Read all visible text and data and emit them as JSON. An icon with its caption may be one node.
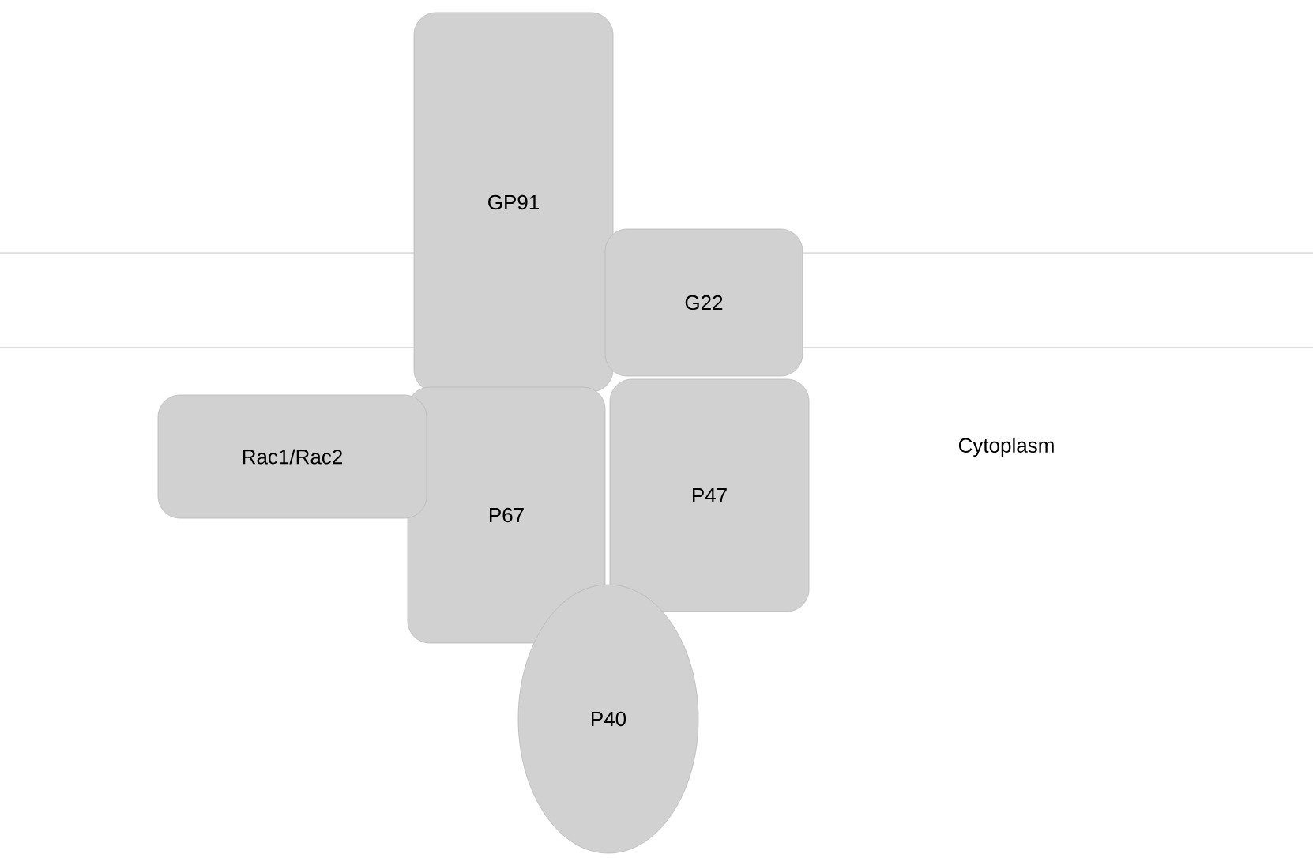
{
  "diagram": {
    "nodes": [
      {
        "text": [
          "GP91"
        ]
      },
      {
        "text": [
          "G22"
        ]
      },
      {
        "text": [
          "Rac1/Rac2"
        ]
      },
      {
        "text": [
          "P67"
        ]
      },
      {
        "text": [
          "P47"
        ]
      },
      {
        "text": [
          "P40"
        ]
      }
    ],
    "labels": [
      "Cytoplasm"
    ]
  }
}
